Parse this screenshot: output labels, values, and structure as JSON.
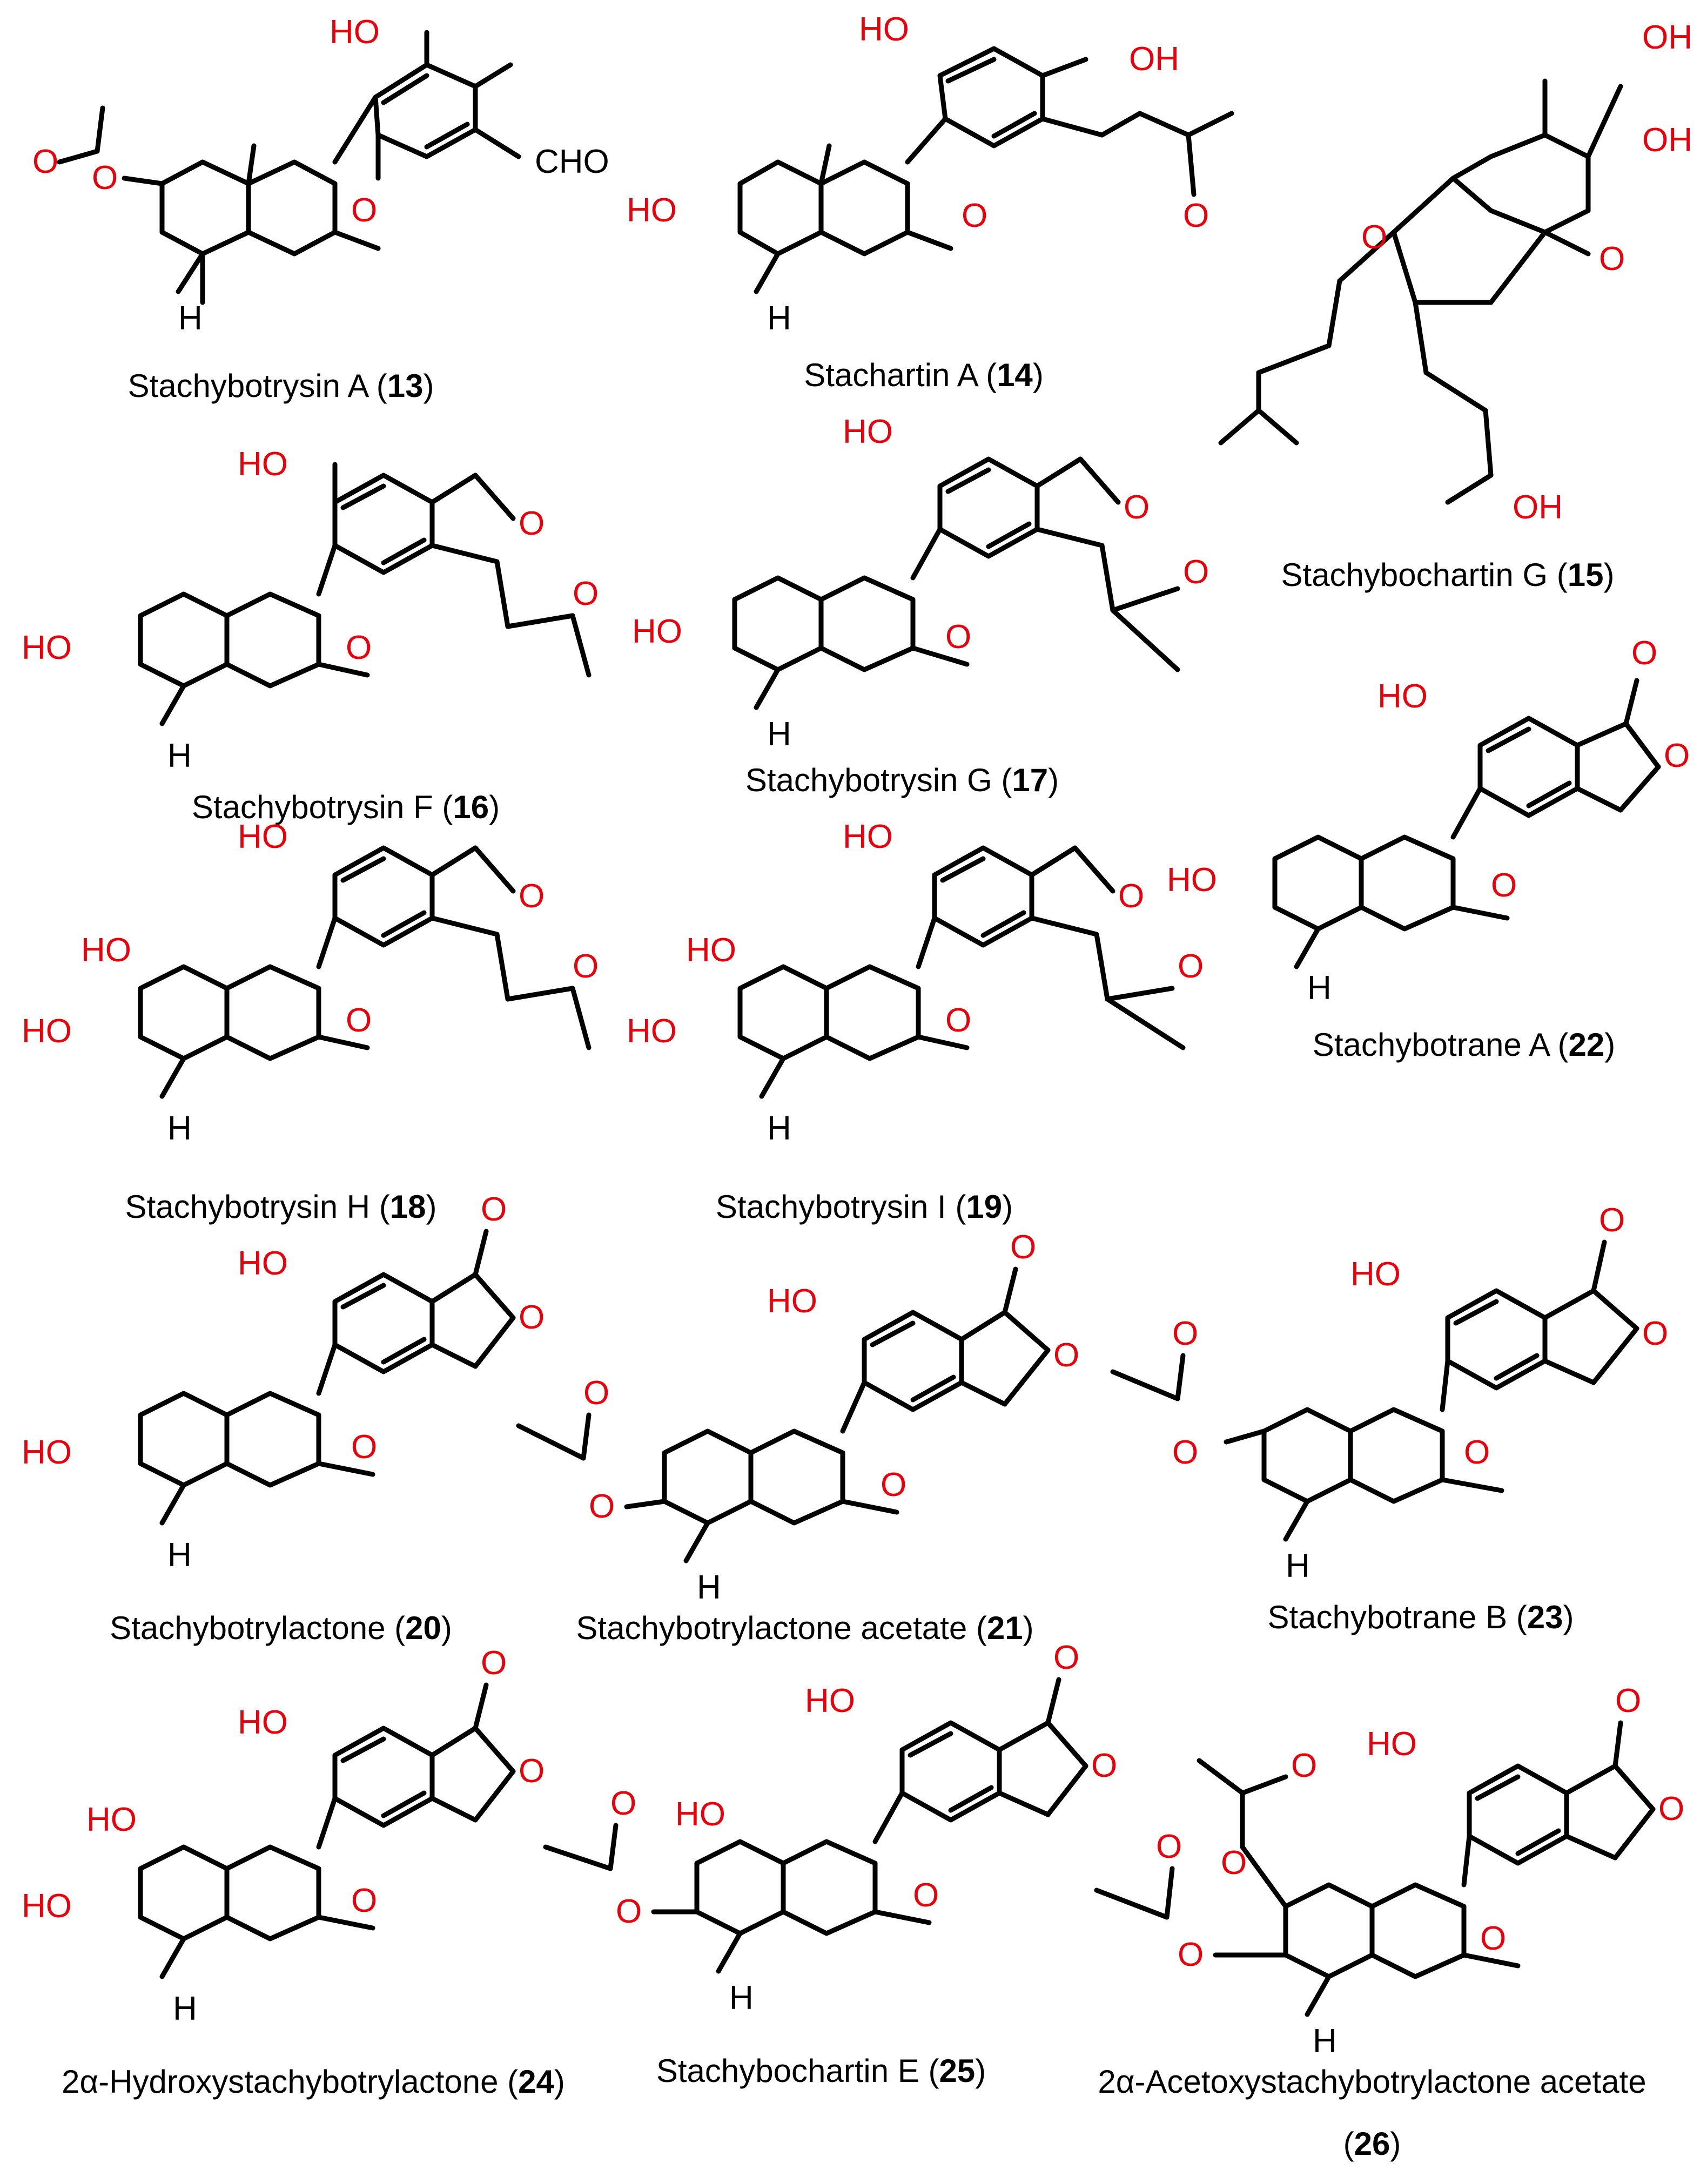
{
  "compounds": [
    {
      "name": "Stachybotrysin A",
      "number": "13"
    },
    {
      "name": "Stachartin A",
      "number": "14"
    },
    {
      "name": "Stachybochartin G",
      "number": "15"
    },
    {
      "name": "Stachybotrysin F",
      "number": "16"
    },
    {
      "name": "Stachybotrysin G",
      "number": "17"
    },
    {
      "name": "Stachybotrane A",
      "number": "22"
    },
    {
      "name": "Stachybotrysin H",
      "number": "18"
    },
    {
      "name": "Stachybotrysin I",
      "number": "19"
    },
    {
      "name": "Stachybotrylactone",
      "number": "20"
    },
    {
      "name": "Stachybotrylactone acetate",
      "number": "21"
    },
    {
      "name": "Stachybotrane B",
      "number": "23"
    },
    {
      "name": "2α-Hydroxystachybotrylactone",
      "number": "24"
    },
    {
      "name": "Stachybochartin E",
      "number": "25"
    },
    {
      "name": "2α-Acetoxystachybotrylactone acetate",
      "number": "26"
    }
  ],
  "atom_labels": {
    "hydroxyl": "HO",
    "hydroxyl_right": "OH",
    "oxygen": "O",
    "aldehyde": "CHO",
    "hydrogen": "H"
  },
  "colors": {
    "heteroatom": "#e8000b",
    "bond": "#000000",
    "text": "#000000"
  }
}
